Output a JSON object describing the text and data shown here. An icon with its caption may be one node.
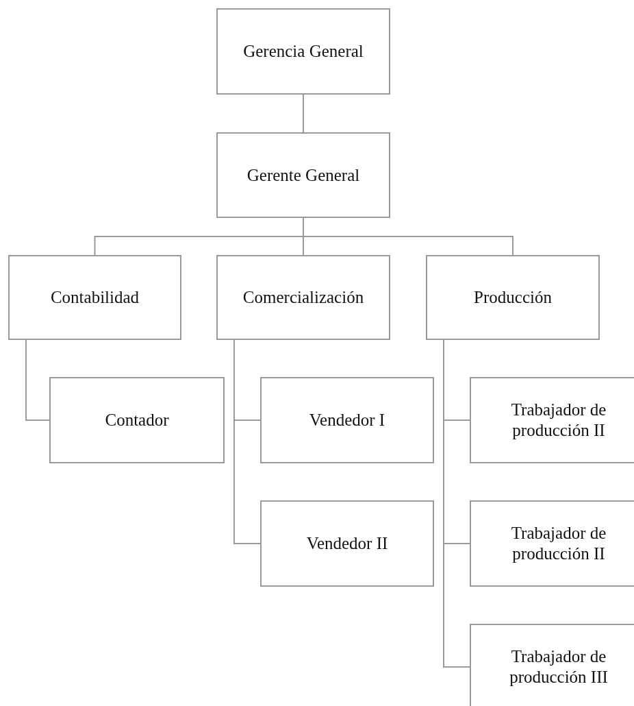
{
  "diagram": {
    "nodes": [
      {
        "text": [
          "Gerencia General"
        ]
      },
      {
        "text": [
          "Gerente General"
        ]
      },
      {
        "text": [
          "Contabilidad"
        ]
      },
      {
        "text": [
          "Comercialización"
        ]
      },
      {
        "text": [
          "Producción"
        ]
      },
      {
        "text": [
          "Contador"
        ]
      },
      {
        "text": [
          "Vendedor I"
        ]
      },
      {
        "text": [
          "Vendedor II"
        ]
      },
      {
        "text": [
          "Trabajador de producción II"
        ]
      },
      {
        "text": [
          "Trabajador de producción II"
        ]
      },
      {
        "text": [
          "Trabajador de producción III"
        ]
      }
    ],
    "edges": [
      {
        "from": 0,
        "to": 1,
        "arrow": "none"
      },
      {
        "from": 1,
        "to": 2,
        "arrow": "none"
      },
      {
        "from": 1,
        "to": 3,
        "arrow": "none"
      },
      {
        "from": 1,
        "to": 4,
        "arrow": "none"
      },
      {
        "from": 2,
        "to": 5,
        "arrow": "none"
      },
      {
        "from": 3,
        "to": 6,
        "arrow": "none"
      },
      {
        "from": 3,
        "to": 7,
        "arrow": "none"
      },
      {
        "from": 4,
        "to": 8,
        "arrow": "none"
      },
      {
        "from": 4,
        "to": 9,
        "arrow": "none"
      },
      {
        "from": 4,
        "to": 10,
        "arrow": "none"
      }
    ]
  }
}
